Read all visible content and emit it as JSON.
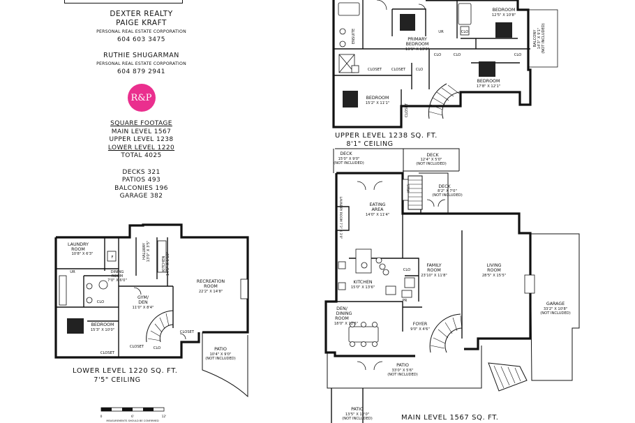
{
  "company": "DEXTER REALTY",
  "agents": [
    {
      "name": "PAIGE KRAFT",
      "title": "PERSONAL REAL ESTATE CORPORATION",
      "phone": "604 603 3475"
    },
    {
      "name": "RUTHIE SHUGARMAN",
      "title": "PERSONAL REAL ESTATE CORPORATION",
      "phone": "604 879 2941"
    }
  ],
  "logo_text": "R&P",
  "logo_color": "#ea2f8e",
  "footage": {
    "heading": "SQUARE FOOTAGE",
    "main": "MAIN LEVEL 1567",
    "upper": "UPPER LEVEL 1238",
    "lower": "LOWER LEVEL 1220",
    "total": "TOTAL 4025",
    "decks": "DECKS 321",
    "patios": "PATIOS 493",
    "balconies": "BALCONIES 196",
    "garage": "GARAGE 382"
  },
  "upper": {
    "title": "UPPER LEVEL 1238 SQ. FT.",
    "ceiling": "8'1\" CEILING",
    "rooms": {
      "primary": [
        "PRIMARY",
        "BEDROOM",
        "13'1\" X 13'0\""
      ],
      "bed1": [
        "BEDROOM",
        "12'5\" X 10'8\""
      ],
      "bed2": [
        "BEDROOM",
        "17'8\" X 12'1\""
      ],
      "bed3": [
        "BEDROOM",
        "15'2\" X 11'1\""
      ],
      "balcony": [
        "BALCONY",
        "14'3\" X 9'1\"",
        "(NOT INCLUDED)"
      ],
      "ensuite": "ENSUITE",
      "closet": "CLOSET",
      "clo": "CLO",
      "ur": "UR"
    }
  },
  "main": {
    "title": "MAIN LEVEL 1567 SQ. FT.",
    "rooms": {
      "deck1": [
        "DECK",
        "15'0\" X 9'0\"",
        "(NOT INCLUDED)"
      ],
      "deck2": [
        "DECK",
        "12'4\" X 5'0\"",
        "(NOT INCLUDED)"
      ],
      "deck3": [
        "DECK",
        "8'2\" X 7'0\"",
        "(NOT INCLUDED)"
      ],
      "eating": [
        "EATING",
        "AREA",
        "14'0\" X 11'4\""
      ],
      "kitchen": [
        "KITCHEN",
        "15'0\" X 13'6\""
      ],
      "family": [
        "FAMILY",
        "ROOM",
        "23'10\" X 11'8\""
      ],
      "living": [
        "LIVING",
        "ROOM",
        "28'5\" X 15'5\""
      ],
      "garage": [
        "GARAGE",
        "33'2\" X 10'8\"",
        "(NOT INCLUDED)"
      ],
      "den": [
        "DEN/",
        "DINING",
        "ROOM",
        "18'0\" X 12'5\""
      ],
      "foyer": [
        "FOYER",
        "9'0\" X 4'6\""
      ],
      "patio1": [
        "PATIO",
        "33'0\" X 5'6\"",
        "(NOT INCLUDED)"
      ],
      "patio2": [
        "PATIO",
        "13'5\" X 12'0\"",
        "(NOT INCLUDED)"
      ],
      "laundry": "LAUNDRY ROOM 7'3\" X 3'0\"",
      "stor": "STOR",
      "pr": "PR",
      "clo": "CLO"
    }
  },
  "lower": {
    "title": "LOWER LEVEL 1220 SQ. FT.",
    "ceiling": "7'5\" CEILING",
    "rooms": {
      "laundry": [
        "LAUNDRY",
        "ROOM",
        "10'8\" X 6'3\""
      ],
      "hallway": [
        "HALLWAY",
        "13'0\" X 3'5\""
      ],
      "kitchen": [
        "KITCHEN",
        "14'5\" X 6'10\""
      ],
      "dining": [
        "DINING",
        "ROOM",
        "7'0\" X 6'0\""
      ],
      "recreation": [
        "RECREATION",
        "ROOM",
        "22'2\" X 14'8\""
      ],
      "gym": [
        "GYM/",
        "DEN",
        "11'0\" X 8'4\""
      ],
      "bedroom": [
        "BEDROOM",
        "15'3\" X 10'0\""
      ],
      "patio": [
        "PATIO",
        "10'4\" X 9'0\"",
        "(NOT INCLUDED)"
      ],
      "closet": "CLOSET",
      "clo": "CLO",
      "ur": "UR",
      "f": "F"
    }
  },
  "scale": {
    "labels": [
      "0",
      "6'",
      "12'"
    ],
    "note": "MEASUREMENTS SHOULD BE CONFIRMED"
  }
}
